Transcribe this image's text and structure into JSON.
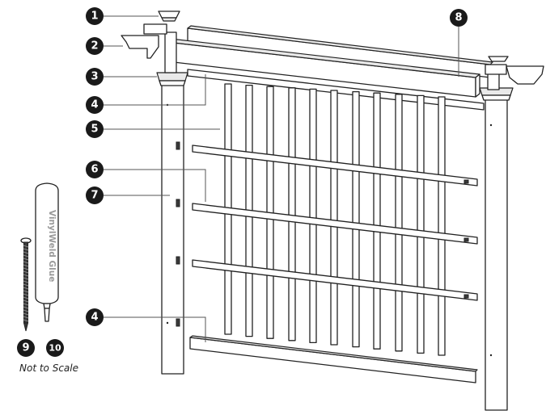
{
  "callouts": [
    "1",
    "2",
    "3",
    "4",
    "5",
    "6",
    "7",
    "8",
    "4",
    "9",
    "10"
  ],
  "glue_label": "VinylWeld Glue",
  "note": "Not to Scale"
}
